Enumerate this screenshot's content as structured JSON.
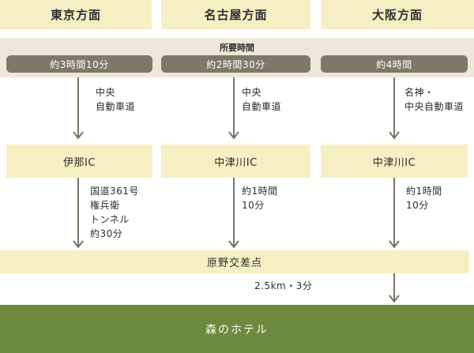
{
  "origins": [
    "東京方面",
    "名古屋方面",
    "大阪方面"
  ],
  "time_section_title": "所要時間",
  "durations": [
    "約3時間10分",
    "約2時間30分",
    "約4時間"
  ],
  "route_notes_upper": [
    "中央\n自動車道",
    "中央\n自動車道",
    "名神・\n中央自動車道"
  ],
  "interchanges": [
    "伊那IC",
    "中津川IC",
    "中津川IC"
  ],
  "route_notes_lower": [
    "国道361号\n権兵衛\nトンネル\n約30分",
    "約1時間\n10分",
    "約1時間\n10分"
  ],
  "junction": "原野交差点",
  "final_leg": "2.5km・3分",
  "destination": "森のホテル",
  "colors": {
    "origin_box": "#f7efc4",
    "time_band": "#ede8da",
    "duration_pill": "#7f7868",
    "arrow": "#7a7466",
    "destination": "#6b8a3e"
  }
}
